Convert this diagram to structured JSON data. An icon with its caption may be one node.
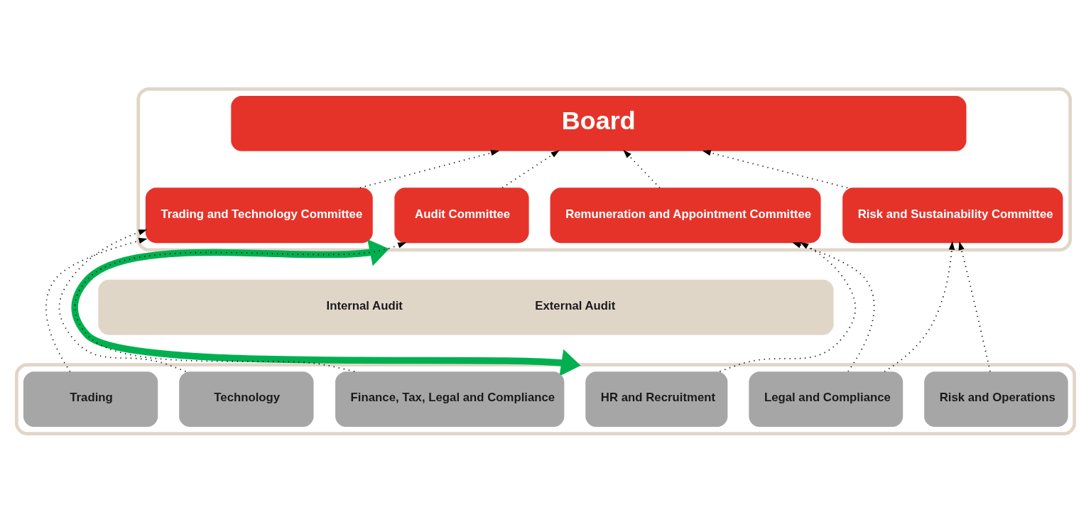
{
  "diagram": {
    "nodes": [
      {
        "text": [],
        "shape": "box"
      },
      {
        "text": [
          "Board"
        ],
        "in": 0
      },
      {
        "text": [
          "Trading and Technology Committee"
        ],
        "in": 0
      },
      {
        "text": [
          "Audit Committee"
        ],
        "in": 0
      },
      {
        "text": [
          "Remuneration and Appointment Committee"
        ],
        "in": 0
      },
      {
        "text": [
          "Risk and Sustainability Committee"
        ],
        "in": 0
      },
      {
        "text": [
          "Internal Audit",
          "External Audit"
        ]
      },
      {
        "text": [],
        "shape": "box"
      },
      {
        "text": [
          "Trading"
        ],
        "in": 7
      },
      {
        "text": [
          "Technology"
        ],
        "in": 7
      },
      {
        "text": [
          "Finance, Tax, Legal and Compliance"
        ],
        "in": 7
      },
      {
        "text": [
          "HR and Recruitment"
        ],
        "in": 7
      },
      {
        "text": [
          "Legal and Compliance"
        ],
        "in": 7
      },
      {
        "text": [
          "Risk and Operations"
        ],
        "in": 7
      }
    ],
    "edges": [
      {
        "from": 2,
        "to": 1,
        "arrow": "to",
        "style": "dashed"
      },
      {
        "from": 3,
        "to": 1,
        "arrow": "to",
        "style": "dashed"
      },
      {
        "from": 4,
        "to": 1,
        "arrow": "to",
        "style": "dashed"
      },
      {
        "from": 5,
        "to": 1,
        "arrow": "to",
        "style": "dashed"
      },
      {
        "from": 8,
        "to": 2,
        "arrow": "to",
        "style": "dashed"
      },
      {
        "from": 9,
        "to": 2,
        "arrow": "to",
        "style": "dashed"
      },
      {
        "from": 10,
        "to": 3,
        "arrow": "to",
        "style": "dashed"
      },
      {
        "from": 11,
        "to": 4,
        "arrow": "to",
        "style": "dashed"
      },
      {
        "from": 12,
        "to": 4,
        "arrow": "to",
        "style": "dashed"
      },
      {
        "from": 12,
        "to": 5,
        "arrow": "to",
        "style": "dashed"
      },
      {
        "from": 13,
        "to": 5,
        "arrow": "to",
        "style": "dashed"
      },
      {
        "from": 0,
        "to": 7,
        "arrow": "both",
        "style": "thick",
        "color": "#00b050"
      }
    ]
  }
}
